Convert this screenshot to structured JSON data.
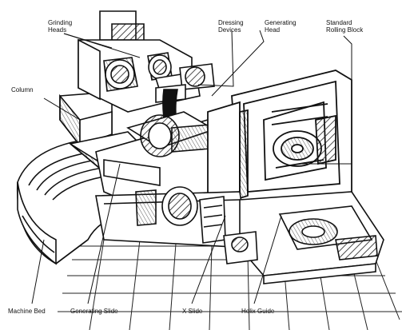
{
  "figure": {
    "type": "cutaway machine illustration",
    "labels": {
      "grinding_heads": "Grinding\nHeads",
      "dressing_devices": "Dressing\nDevices",
      "generating_head": "Generating\nHead",
      "standard_rolling_block": "Standard\nRolling Block",
      "column": "Column",
      "machine_bed": "Machine Bed",
      "generating_slide": "Generating Slide",
      "x_slide": "X Slide",
      "helix_guide": "Helix Guide"
    }
  }
}
